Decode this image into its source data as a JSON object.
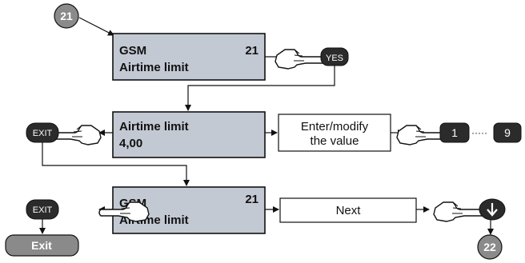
{
  "steps": {
    "start": "21",
    "end": "22"
  },
  "lcd1": {
    "line1": "GSM",
    "number": "21",
    "line2": "Airtime limit"
  },
  "lcd2": {
    "line1": "Airtime limit",
    "line2": "4,00"
  },
  "lcd3": {
    "line1": "GSM",
    "number": "21",
    "line2": "Airtime limit"
  },
  "keys": {
    "yes": "YES",
    "exit": "EXIT",
    "one": "1",
    "nine": "9",
    "dots": "·····"
  },
  "boxes": {
    "enter_line1": "Enter/modify",
    "enter_line2": "the value",
    "next": "Next"
  },
  "exit_label": "Exit",
  "colors": {
    "lcd_fill": "#c3c9d3",
    "key_fill": "#2b2b2b",
    "circle_fill": "#8a8a8a",
    "exit_fill": "#8a8a8a"
  }
}
